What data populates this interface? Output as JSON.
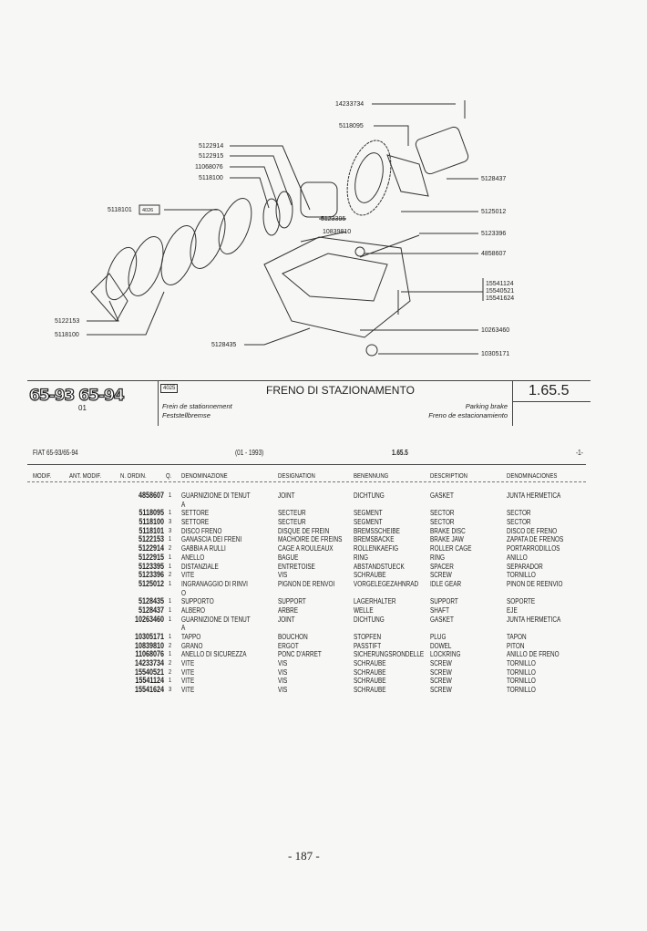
{
  "diagram": {
    "labels": [
      "14233734",
      "5118095",
      "5122914",
      "5122915",
      "11068076",
      "5118100",
      "5118101",
      "4026",
      "5128437",
      "5125012",
      "5123395",
      "10839810",
      "5123396",
      "4858607",
      "15541124",
      "15540521",
      "15541624",
      "5122153",
      "5118100",
      "10263460",
      "5128435",
      "10305171"
    ]
  },
  "header": {
    "models": "65-93 65-94",
    "models_sub": "01",
    "group_code": "4025",
    "title": "FRENO DI STAZIONAMENTO",
    "title_fr": "Frein de stationnement",
    "title_de": "Feststellbremse",
    "title_en": "Parking brake",
    "title_es": "Freno de estacionamiento",
    "section": "1.65.5"
  },
  "meta": {
    "model": "FIAT 65-93/65-94",
    "date": "(01 - 1993)",
    "section": "1.65.5",
    "page": "-1-"
  },
  "columns": [
    "MODIF.",
    "ANT. MODIF.",
    "N. ORDIN.",
    "Q.",
    "DENOMINAZIONE",
    "DESIGNATION",
    "BENENNUNG",
    "DESCRIPTION",
    "DENOMINACIONES"
  ],
  "rows": [
    {
      "pn": "4858607",
      "q": "1",
      "it": "GUARNIZIONE DI TENUT\nA",
      "fr": "JOINT",
      "de": "DICHTUNG",
      "en": "GASKET",
      "es": "JUNTA HERMETICA"
    },
    {
      "pn": "5118095",
      "q": "1",
      "it": "SETTORE",
      "fr": "SECTEUR",
      "de": "SEGMENT",
      "en": "SECTOR",
      "es": "SECTOR"
    },
    {
      "pn": "5118100",
      "q": "3",
      "it": "SETTORE",
      "fr": "SECTEUR",
      "de": "SEGMENT",
      "en": "SECTOR",
      "es": "SECTOR"
    },
    {
      "pn": "5118101",
      "q": "3",
      "it": "DISCO FRENO",
      "fr": "DISQUE DE FREIN",
      "de": "BREMSSCHEIBE",
      "en": "BRAKE DISC",
      "es": "DISCO DE FRENO"
    },
    {
      "pn": "5122153",
      "q": "1",
      "it": "GANASCIA DEI FRENI",
      "fr": "MACHOIRE DE FREINS",
      "de": "BREMSBACKE",
      "en": "BRAKE JAW",
      "es": "ZAPATA DE FRENOS"
    },
    {
      "pn": "5122914",
      "q": "2",
      "it": "GABBIA A RULLI",
      "fr": "CAGE A ROULEAUX",
      "de": "ROLLENKAEFIG",
      "en": "ROLLER CAGE",
      "es": "PORTARRODILLOS"
    },
    {
      "pn": "5122915",
      "q": "1",
      "it": "ANELLO",
      "fr": "BAGUE",
      "de": "RING",
      "en": "RING",
      "es": "ANILLO"
    },
    {
      "pn": "5123395",
      "q": "1",
      "it": "DISTANZIALE",
      "fr": "ENTRETOISE",
      "de": "ABSTANDSTUECK",
      "en": "SPACER",
      "es": "SEPARADOR"
    },
    {
      "pn": "5123396",
      "q": "2",
      "it": "VITE",
      "fr": "VIS",
      "de": "SCHRAUBE",
      "en": "SCREW",
      "es": "TORNILLO"
    },
    {
      "pn": "5125012",
      "q": "1",
      "it": "INGRANAGGIO DI RINVI\nO",
      "fr": "PIGNON DE RENVOI",
      "de": "VORGELEGEZAHNRAD",
      "en": "IDLE GEAR",
      "es": "PINON DE REENVIO"
    },
    {
      "pn": "5128435",
      "q": "1",
      "it": "SUPPORTO",
      "fr": "SUPPORT",
      "de": "LAGERHALTER",
      "en": "SUPPORT",
      "es": "SOPORTE"
    },
    {
      "pn": "5128437",
      "q": "1",
      "it": "ALBERO",
      "fr": "ARBRE",
      "de": "WELLE",
      "en": "SHAFT",
      "es": "EJE"
    },
    {
      "pn": "10263460",
      "q": "1",
      "it": "GUARNIZIONE DI TENUT\nA",
      "fr": "JOINT",
      "de": "DICHTUNG",
      "en": "GASKET",
      "es": "JUNTA HERMETICA"
    },
    {
      "pn": "10305171",
      "q": "1",
      "it": "TAPPO",
      "fr": "BOUCHON",
      "de": "STOPFEN",
      "en": "PLUG",
      "es": "TAPON"
    },
    {
      "pn": "10839810",
      "q": "2",
      "it": "GRANO",
      "fr": "ERGOT",
      "de": "PASSTIFT",
      "en": "DOWEL",
      "es": "PITON"
    },
    {
      "pn": "11068076",
      "q": "1",
      "it": "ANELLO DI SICUREZZA",
      "fr": "PONC D'ARRET",
      "de": "SICHERUNGSRONDELLE",
      "en": "LOCKRING",
      "es": "ANILLO DE FRENO"
    },
    {
      "pn": "14233734",
      "q": "2",
      "it": "VITE",
      "fr": "VIS",
      "de": "SCHRAUBE",
      "en": "SCREW",
      "es": "TORNILLO"
    },
    {
      "pn": "15540521",
      "q": "2",
      "it": "VITE",
      "fr": "VIS",
      "de": "SCHRAUBE",
      "en": "SCREW",
      "es": "TORNILLO"
    },
    {
      "pn": "15541124",
      "q": "1",
      "it": "VITE",
      "fr": "VIS",
      "de": "SCHRAUBE",
      "en": "SCREW",
      "es": "TORNILLO"
    },
    {
      "pn": "15541624",
      "q": "3",
      "it": "VITE",
      "fr": "VIS",
      "de": "SCHRAUBE",
      "en": "SCREW",
      "es": "TORNILLO"
    }
  ],
  "page_number": "- 187 -"
}
